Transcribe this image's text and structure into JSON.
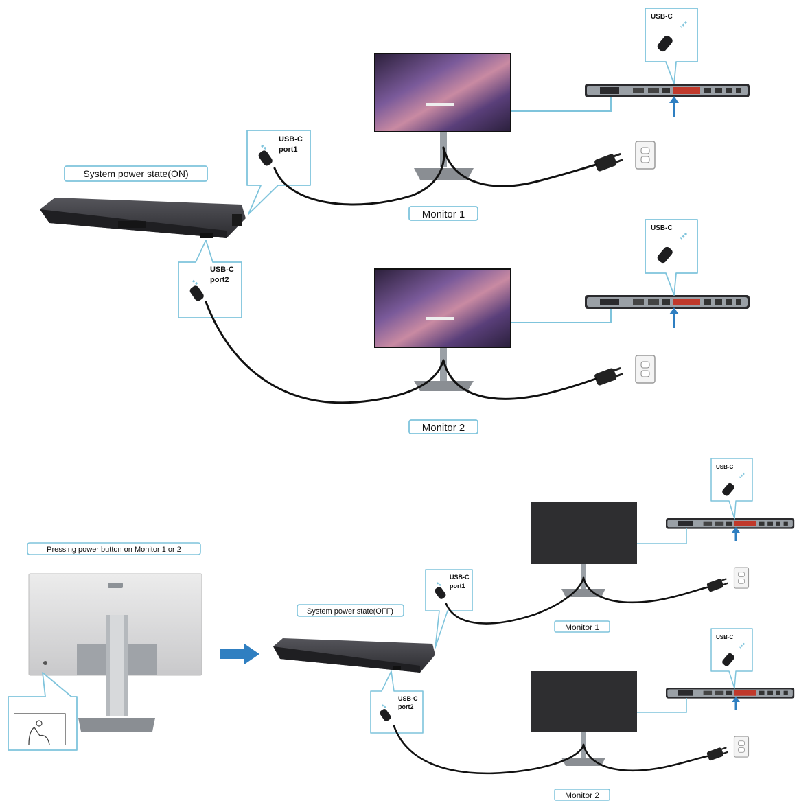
{
  "top": {
    "system_state": "System power state(ON)",
    "monitor1": "Monitor 1",
    "monitor2": "Monitor 2",
    "port1": [
      "USB-C",
      "port1"
    ],
    "port2": [
      "USB-C",
      "port2"
    ],
    "usbc_callout1": "USB-C",
    "usbc_callout2": "USB-C"
  },
  "bottom": {
    "pressing_label": "Pressing power button on Monitor 1 or 2",
    "system_state": "System power state(OFF)",
    "monitor1": "Monitor 1",
    "monitor2": "Monitor 2",
    "port1": [
      "USB-C",
      "port1"
    ],
    "port2": [
      "USB-C",
      "port2"
    ],
    "usbc_callout1": "USB-C",
    "usbc_callout2": "USB-C"
  },
  "colors": {
    "callout_border": "#7fc4dc",
    "arrow_blue": "#2f7fc1",
    "cable": "#111111",
    "dock": "#3a3a3e",
    "screen_dark": "#2e2e30",
    "wallpaper_purple": "#6b4f8f",
    "wallpaper_pink": "#c98aa2"
  },
  "icons": [
    "dock-icon",
    "monitor-icon",
    "power-outlet-icon",
    "usbc-connector-icon",
    "power-plug-icon",
    "hand-press-icon",
    "arrow-right-icon"
  ]
}
